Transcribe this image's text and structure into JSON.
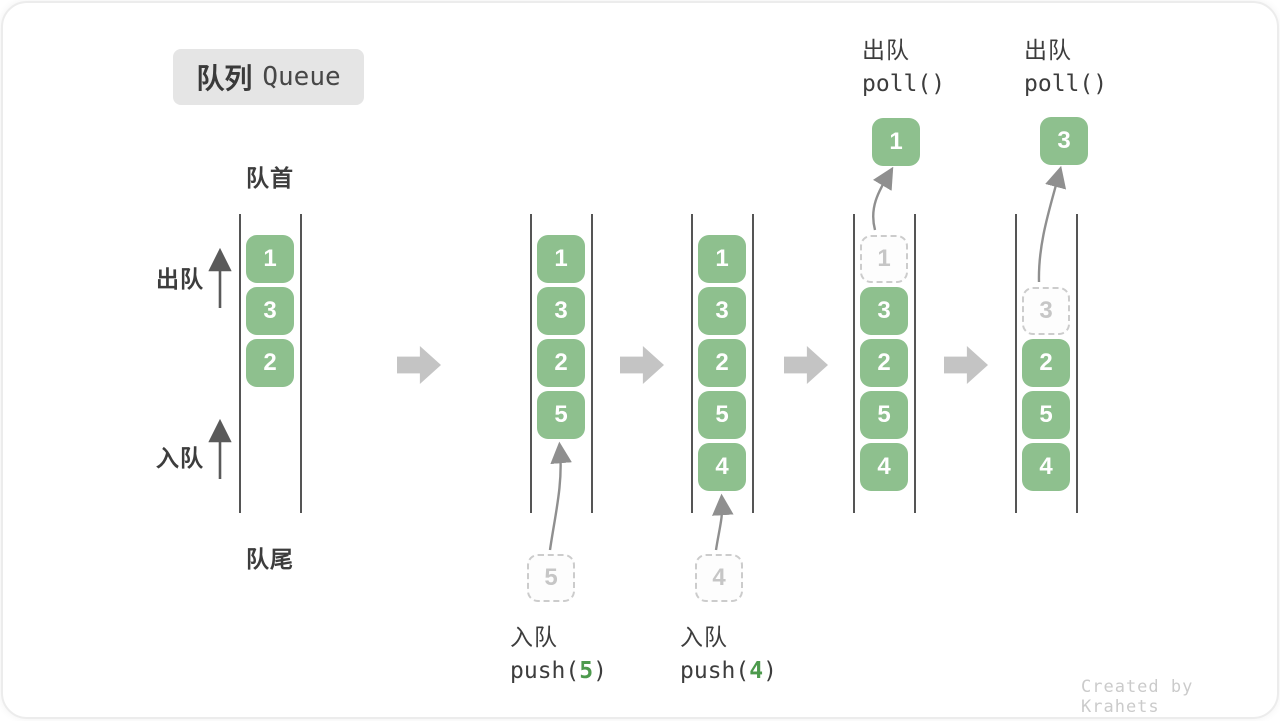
{
  "title": {
    "zh": "队列",
    "en": "Queue"
  },
  "side_labels": {
    "front": "队首",
    "rear": "队尾",
    "dequeue": "出队",
    "enqueue": "入队"
  },
  "watermark": "Created by Krahets",
  "colors": {
    "green": "#8ec08e",
    "green-dark": "#4d9a4d",
    "wall": "#555555",
    "dark-text": "#3d3d3d",
    "gray-arrow": "#c4c4c4",
    "dashed": "#cccccc",
    "muted": "#c6c6c6"
  },
  "columns": [
    {
      "cells": [
        "1",
        "3",
        "2"
      ]
    },
    {
      "cells": [
        "1",
        "3",
        "2",
        "5"
      ],
      "incoming": "5",
      "caption": {
        "zh": "入队",
        "code_before": "push(",
        "arg": "5",
        "code_after": ")"
      }
    },
    {
      "cells": [
        "1",
        "3",
        "2",
        "5",
        "4"
      ],
      "incoming": "4",
      "caption": {
        "zh": "入队",
        "code_before": "push(",
        "arg": "4",
        "code_after": ")"
      }
    },
    {
      "removed": "1",
      "cells": [
        "3",
        "2",
        "5",
        "4"
      ],
      "popped": "1",
      "caption": {
        "zh": "出队",
        "code": "poll()"
      }
    },
    {
      "removed": "3",
      "cells": [
        "2",
        "5",
        "4"
      ],
      "popped": "3",
      "caption": {
        "zh": "出队",
        "code": "poll()"
      }
    }
  ]
}
